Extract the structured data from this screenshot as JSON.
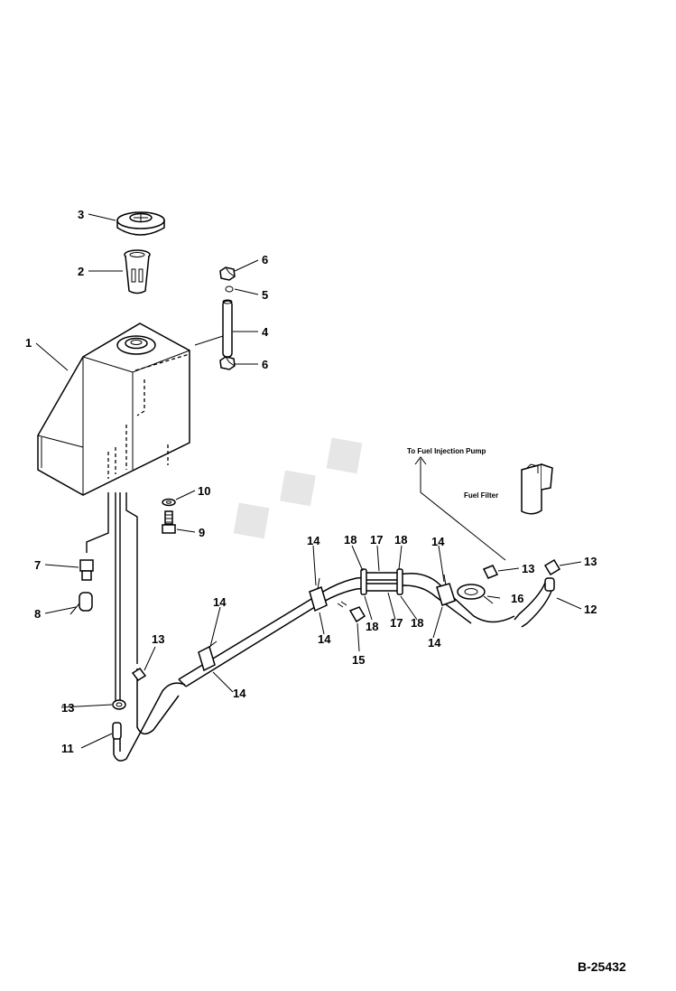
{
  "figure_id": "B-25432",
  "notes": {
    "injection_pump": "To Fuel Injection Pump",
    "fuel_filter": "Fuel Filter"
  },
  "callouts": {
    "c1": "1",
    "c2": "2",
    "c3": "3",
    "c4": "4",
    "c5": "5",
    "c6a": "6",
    "c6b": "6",
    "c7": "7",
    "c8": "8",
    "c9": "9",
    "c10": "10",
    "c11": "11",
    "c12": "12",
    "c13a": "13",
    "c13b": "13",
    "c13c": "13",
    "c13d": "13",
    "c14a": "14",
    "c14b": "14",
    "c14c": "14",
    "c14d": "14",
    "c14e": "14",
    "c14f": "14",
    "c15": "15",
    "c16": "16",
    "c17a": "17",
    "c17b": "17",
    "c18a": "18",
    "c18b": "18",
    "c18c": "18",
    "c18d": "18"
  }
}
